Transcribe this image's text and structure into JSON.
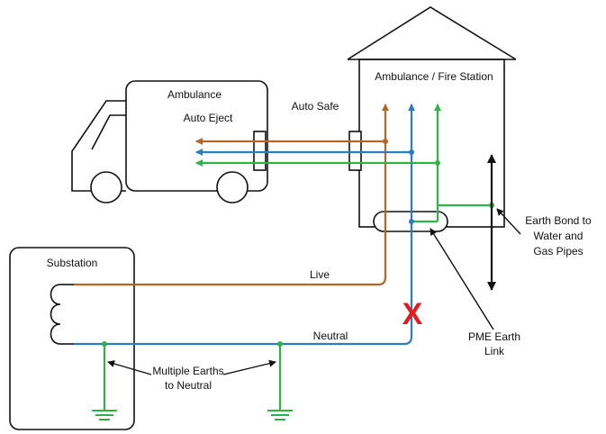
{
  "colors": {
    "live": "#b5652a",
    "neutral": "#2f7bbf",
    "earth": "#2fb24a",
    "fault": "#e01e1e",
    "outline": "#111111"
  },
  "labels": {
    "ambulance": "Ambulance",
    "auto_eject": "Auto Eject",
    "auto_safe": "Auto Safe",
    "station": "Ambulance / Fire Station",
    "substation": "Substation",
    "live": "Live",
    "neutral": "Neutral",
    "multiple_earths_line1": "Multiple Earths",
    "multiple_earths_line2": "to Neutral",
    "earth_bond_line1": "Earth Bond to",
    "earth_bond_line2": "Water and",
    "earth_bond_line3": "Gas Pipes",
    "pme_line1": "PME Earth",
    "pme_line2": "Link",
    "fault_mark": "X"
  }
}
